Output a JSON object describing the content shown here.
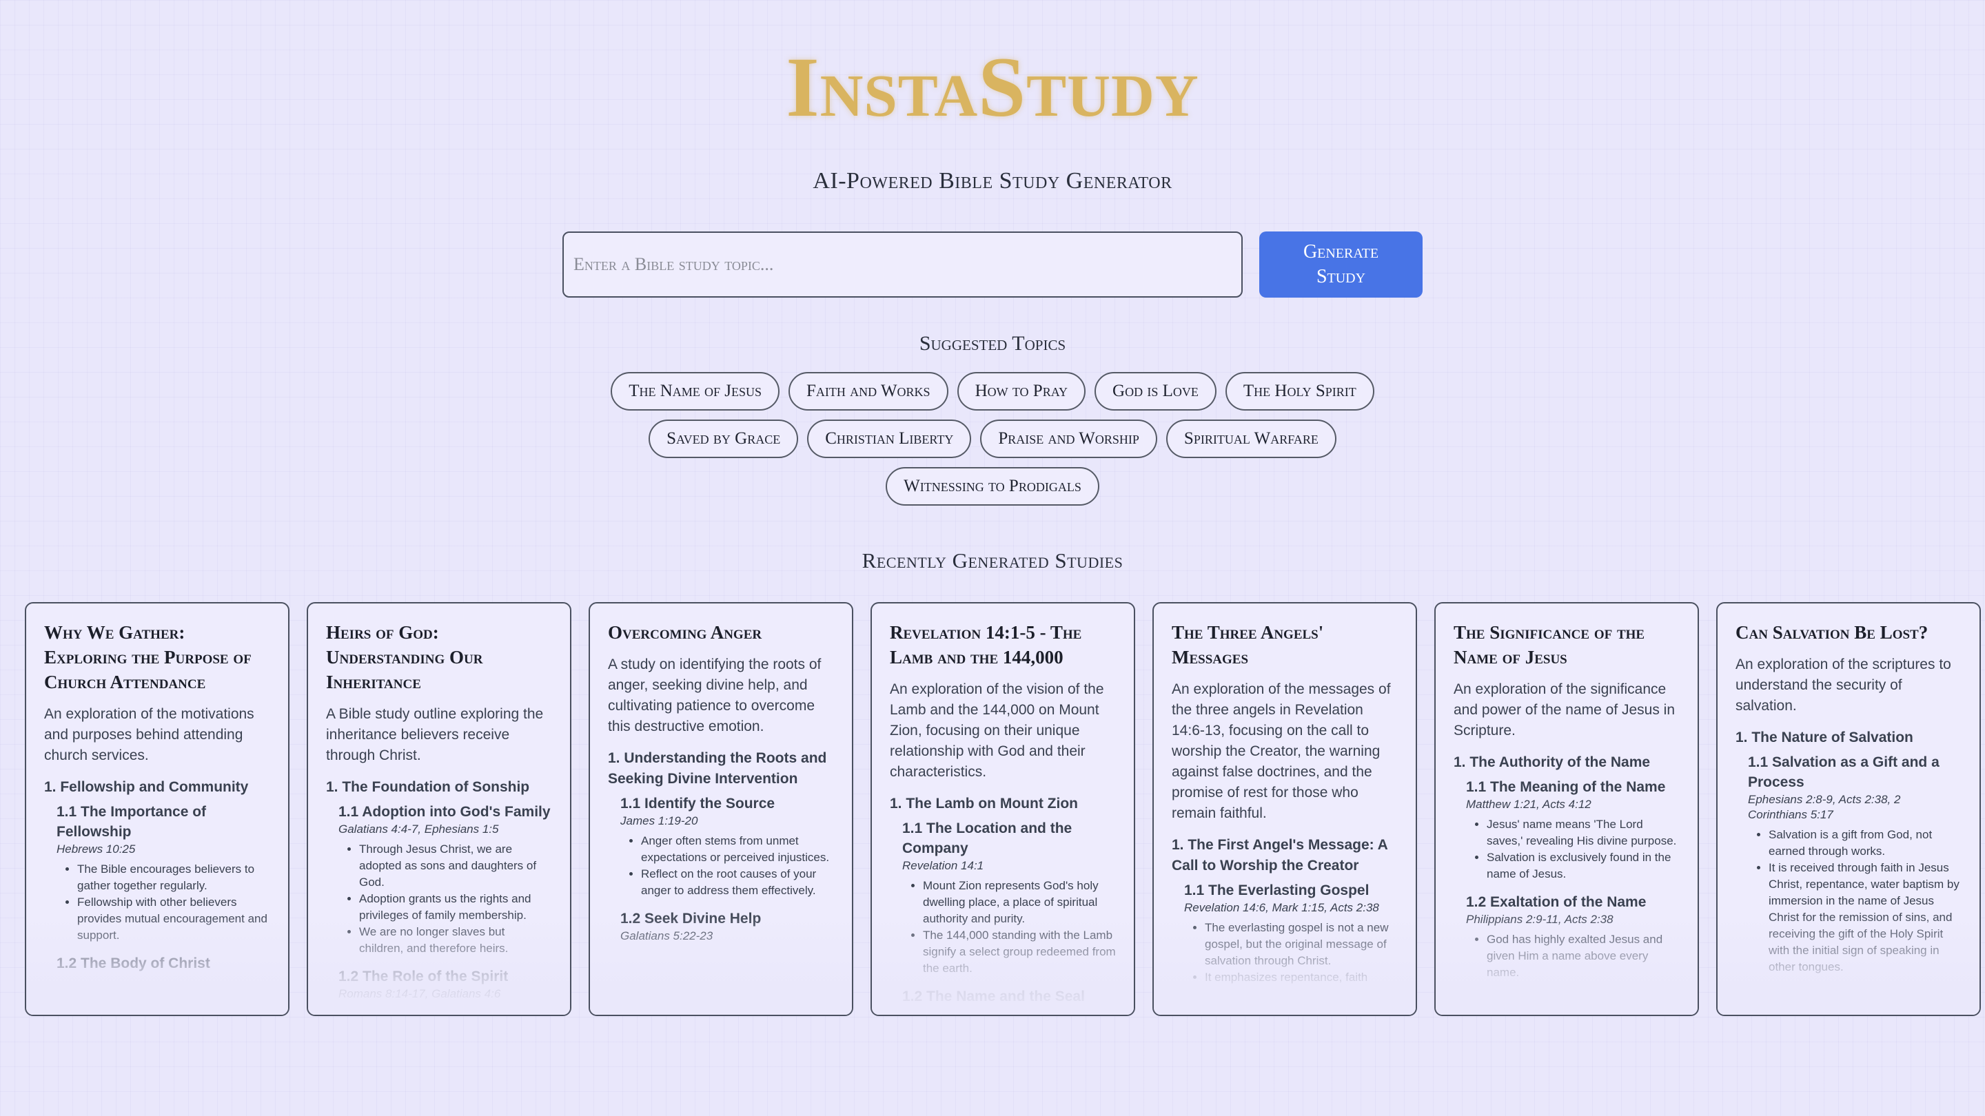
{
  "header": {
    "logo": "InstaStudy",
    "subtitle": "AI-Powered Bible Study Generator"
  },
  "search": {
    "placeholder": "Enter a Bible study topic...",
    "value": "",
    "button_label": "Generate Study"
  },
  "colors": {
    "background": "#e9e7fb",
    "logo_gold": "#d9b460",
    "button_blue": "#4874e6",
    "text_dark": "#2f3542"
  },
  "suggested": {
    "title": "Suggested Topics",
    "topics": [
      "The Name of Jesus",
      "Faith and Works",
      "How to Pray",
      "God is Love",
      "The Holy Spirit",
      "Saved by Grace",
      "Christian Liberty",
      "Praise and Worship",
      "Spiritual Warfare",
      "Witnessing to Prodigals"
    ]
  },
  "recent": {
    "title": "Recently Generated Studies",
    "studies": [
      {
        "title": "Why We Gather: Exploring the Purpose of Church Attendance",
        "description": "An exploration of the motivations and purposes behind attending church services.",
        "section": "1. Fellowship and Community",
        "subsections": [
          {
            "title": "1.1 The Importance of Fellowship",
            "reference": "Hebrews 10:25",
            "bullets": [
              "The Bible encourages believers to gather together regularly.",
              "Fellowship with other believers provides mutual encouragement and support."
            ]
          },
          {
            "title": "1.2 The Body of Christ",
            "reference": "",
            "bullets": []
          }
        ]
      },
      {
        "title": "Heirs of God: Understanding Our Inheritance",
        "description": "A Bible study outline exploring the inheritance believers receive through Christ.",
        "section": "1. The Foundation of Sonship",
        "subsections": [
          {
            "title": "1.1 Adoption into God's Family",
            "reference": "Galatians 4:4-7, Ephesians 1:5",
            "bullets": [
              "Through Jesus Christ, we are adopted as sons and daughters of God.",
              "Adoption grants us the rights and privileges of family membership.",
              "We are no longer slaves but children, and therefore heirs."
            ]
          },
          {
            "title": "1.2 The Role of the Spirit",
            "reference": "Romans 8:14-17, Galatians 4:6",
            "bullets": []
          }
        ]
      },
      {
        "title": "Overcoming Anger",
        "description": "A study on identifying the roots of anger, seeking divine help, and cultivating patience to overcome this destructive emotion.",
        "section": "1. Understanding the Roots and Seeking Divine Intervention",
        "subsections": [
          {
            "title": "1.1 Identify the Source",
            "reference": "James 1:19-20",
            "bullets": [
              "Anger often stems from unmet expectations or perceived injustices.",
              "Reflect on the root causes of your anger to address them effectively."
            ]
          },
          {
            "title": "1.2 Seek Divine Help",
            "reference": "Galatians 5:22-23",
            "bullets": []
          }
        ]
      },
      {
        "title": "Revelation 14:1-5 - The Lamb and the 144,000",
        "description": "An exploration of the vision of the Lamb and the 144,000 on Mount Zion, focusing on their unique relationship with God and their characteristics.",
        "section": "1. The Lamb on Mount Zion",
        "subsections": [
          {
            "title": "1.1 The Location and the Company",
            "reference": "Revelation 14:1",
            "bullets": [
              "Mount Zion represents God's holy dwelling place, a place of spiritual authority and purity.",
              "The 144,000 standing with the Lamb signify a select group redeemed from the earth."
            ]
          },
          {
            "title": "1.2 The Name and the Seal",
            "reference": "",
            "bullets": []
          }
        ]
      },
      {
        "title": "The Three Angels' Messages",
        "description": "An exploration of the messages of the three angels in Revelation 14:6-13, focusing on the call to worship the Creator, the warning against false doctrines, and the promise of rest for those who remain faithful.",
        "section": "1. The First Angel's Message: A Call to Worship the Creator",
        "subsections": [
          {
            "title": "1.1 The Everlasting Gospel",
            "reference": "Revelation 14:6, Mark 1:15, Acts 2:38",
            "bullets": [
              "The everlasting gospel is not a new gospel, but the original message of salvation through Christ.",
              "It emphasizes repentance, faith"
            ]
          }
        ]
      },
      {
        "title": "The Significance of the Name of Jesus",
        "description": "An exploration of the significance and power of the name of Jesus in Scripture.",
        "section": "1. The Authority of the Name",
        "subsections": [
          {
            "title": "1.1 The Meaning of the Name",
            "reference": "Matthew 1:21, Acts 4:12",
            "bullets": [
              "Jesus' name means 'The Lord saves,' revealing His divine purpose.",
              "Salvation is exclusively found in the name of Jesus."
            ]
          },
          {
            "title": "1.2 Exaltation of the Name",
            "reference": "Philippians 2:9-11, Acts 2:38",
            "bullets": [
              "God has highly exalted Jesus and given Him a name above every name."
            ]
          }
        ]
      },
      {
        "title": "Can Salvation Be Lost?",
        "description": "An exploration of the scriptures to understand the security of salvation.",
        "section": "1. The Nature of Salvation",
        "subsections": [
          {
            "title": "1.1 Salvation as a Gift and a Process",
            "reference": "Ephesians 2:8-9, Acts 2:38, 2 Corinthians 5:17",
            "bullets": [
              "Salvation is a gift from God, not earned through works.",
              "It is received through faith in Jesus Christ, repentance, water baptism by immersion in the name of Jesus Christ for the remission of sins, and receiving the gift of the Holy Spirit with the initial sign of speaking in other tongues."
            ]
          }
        ]
      }
    ]
  }
}
